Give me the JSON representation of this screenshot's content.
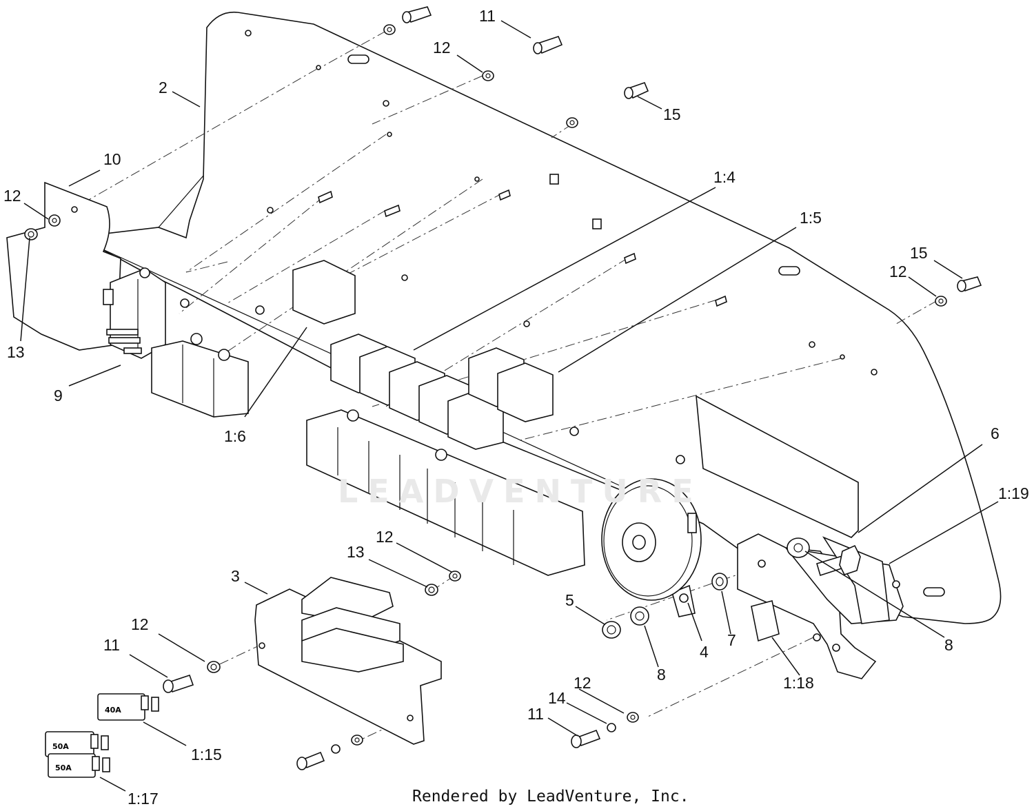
{
  "footer": "Rendered by LeadVenture, Inc.",
  "watermark": "LEADVENTURE",
  "callouts": [
    {
      "id": "c-11-top",
      "label": "11"
    },
    {
      "id": "c-12-top",
      "label": "12"
    },
    {
      "id": "c-2",
      "label": "2"
    },
    {
      "id": "c-15-top",
      "label": "15"
    },
    {
      "id": "c-10",
      "label": "10"
    },
    {
      "id": "c-12-left",
      "label": "12"
    },
    {
      "id": "c-13-left",
      "label": "13"
    },
    {
      "id": "c-9",
      "label": "9"
    },
    {
      "id": "c-1-4",
      "label": "1:4"
    },
    {
      "id": "c-1-5",
      "label": "1:5"
    },
    {
      "id": "c-15-right",
      "label": "15"
    },
    {
      "id": "c-12-right",
      "label": "12"
    },
    {
      "id": "c-1-6",
      "label": "1:6"
    },
    {
      "id": "c-6",
      "label": "6"
    },
    {
      "id": "c-1-19",
      "label": "1:19"
    },
    {
      "id": "c-12-mid",
      "label": "12"
    },
    {
      "id": "c-13-mid",
      "label": "13"
    },
    {
      "id": "c-3",
      "label": "3"
    },
    {
      "id": "c-5",
      "label": "5"
    },
    {
      "id": "c-8-left",
      "label": "8"
    },
    {
      "id": "c-4",
      "label": "4"
    },
    {
      "id": "c-7",
      "label": "7"
    },
    {
      "id": "c-1-18",
      "label": "1:18"
    },
    {
      "id": "c-8-right",
      "label": "8"
    },
    {
      "id": "c-12-lower-left",
      "label": "12"
    },
    {
      "id": "c-11-lower-left",
      "label": "11"
    },
    {
      "id": "c-1-15",
      "label": "1:15"
    },
    {
      "id": "c-1-17",
      "label": "1:17"
    },
    {
      "id": "c-12-bottom",
      "label": "12"
    },
    {
      "id": "c-14",
      "label": "14"
    },
    {
      "id": "c-11-bottom",
      "label": "11"
    }
  ],
  "fuses": [
    {
      "id": "fuse-40a",
      "label": "40A"
    },
    {
      "id": "fuse-50a-top",
      "label": "50A"
    },
    {
      "id": "fuse-50a-bottom",
      "label": "50A"
    }
  ]
}
